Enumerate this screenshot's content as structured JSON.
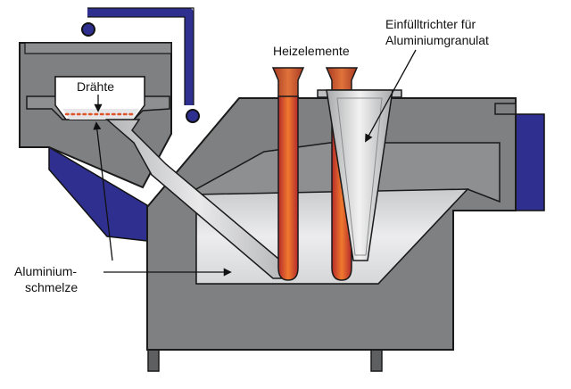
{
  "labels": {
    "heating_elements": "Heizelemente",
    "funnel_line1": "Einfülltrichter für",
    "funnel_line2": "Aluminiumgranulat",
    "wires": "Drähte",
    "melt_line1": "Aluminium-",
    "melt_line2": "schmelze"
  },
  "colors": {
    "body_gray": "#7f8081",
    "outline": "#1a1a1a",
    "frame_blue": "#2e2f8e",
    "melt_light": "#e3e4e6",
    "heater_red": "#e0542a",
    "heater_dark": "#b52a2a",
    "funnel_gray": "#bdbfc1",
    "leg_gray": "#5e5f60"
  }
}
